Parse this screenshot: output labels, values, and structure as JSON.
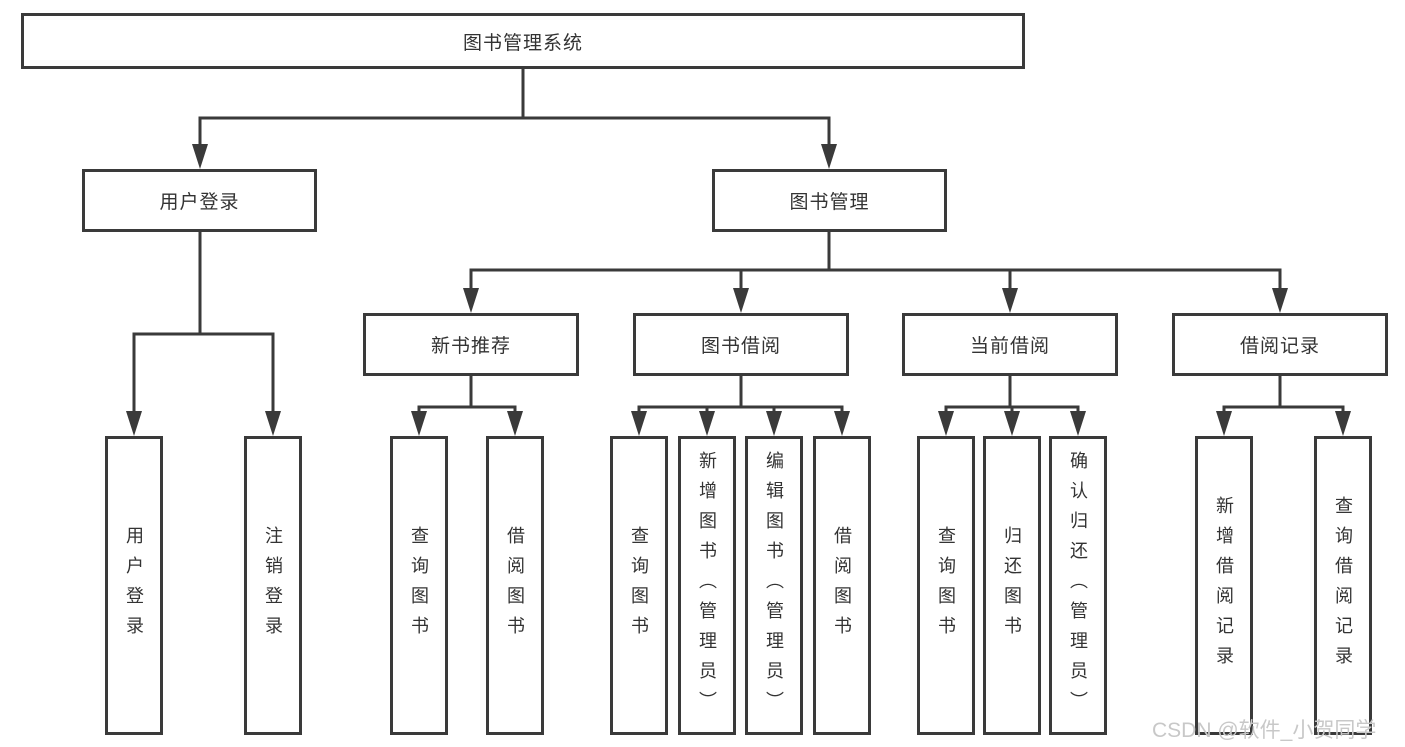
{
  "diagram": {
    "root": {
      "label": "图书管理系统"
    },
    "level2": [
      {
        "label": "用户登录"
      },
      {
        "label": "图书管理"
      }
    ],
    "level3": [
      {
        "label": "新书推荐",
        "parent": "图书管理"
      },
      {
        "label": "图书借阅",
        "parent": "图书管理"
      },
      {
        "label": "当前借阅",
        "parent": "图书管理"
      },
      {
        "label": "借阅记录",
        "parent": "图书管理"
      }
    ],
    "leaves": [
      {
        "label": "用户登录",
        "parent": "用户登录"
      },
      {
        "label": "注销登录",
        "parent": "用户登录"
      },
      {
        "label": "查询图书",
        "parent": "新书推荐"
      },
      {
        "label": "借阅图书",
        "parent": "新书推荐"
      },
      {
        "label": "查询图书",
        "parent": "图书借阅"
      },
      {
        "label": "新增图书（管理员）",
        "parent": "图书借阅"
      },
      {
        "label": "编辑图书（管理员）",
        "parent": "图书借阅"
      },
      {
        "label": "借阅图书",
        "parent": "图书借阅"
      },
      {
        "label": "查询图书",
        "parent": "当前借阅"
      },
      {
        "label": "归还图书",
        "parent": "当前借阅"
      },
      {
        "label": "确认归还（管理员）",
        "parent": "当前借阅"
      },
      {
        "label": "新增借阅记录",
        "parent": "借阅记录"
      },
      {
        "label": "查询借阅记录",
        "parent": "借阅记录"
      }
    ],
    "watermark": "CSDN @软件_小贺同学",
    "colors": {
      "line": "#3a3a3a",
      "text": "#333333",
      "watermark": "#c8c8c8",
      "background": "#ffffff"
    }
  }
}
